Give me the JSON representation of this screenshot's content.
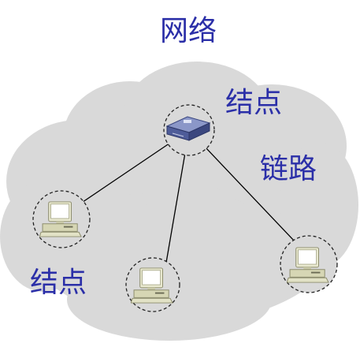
{
  "title": "网络",
  "labels": {
    "node_top": "结点",
    "link": "链路",
    "node_bottom": "结点"
  },
  "colors": {
    "text": "#2b2fa8",
    "cloud": "#d9d9d9",
    "link_line": "#000000",
    "node_ring": "#222222"
  },
  "nodes": [
    {
      "id": "router",
      "kind": "router-icon"
    },
    {
      "id": "pc-left",
      "kind": "computer-icon"
    },
    {
      "id": "pc-center",
      "kind": "computer-icon"
    },
    {
      "id": "pc-right",
      "kind": "computer-icon"
    }
  ],
  "links": [
    {
      "from": "router",
      "to": "pc-left"
    },
    {
      "from": "router",
      "to": "pc-center"
    },
    {
      "from": "router",
      "to": "pc-right"
    }
  ]
}
